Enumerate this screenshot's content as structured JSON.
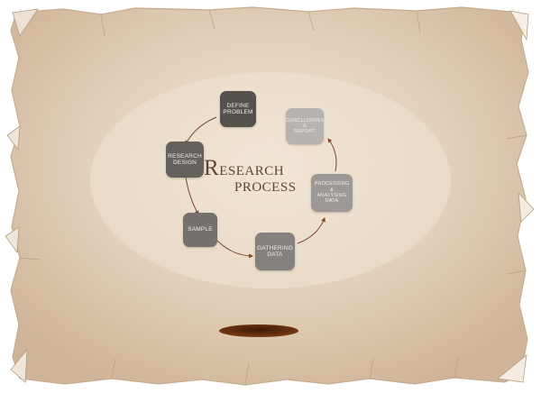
{
  "title": {
    "initial": "R",
    "line1_rest": "ESEARCH",
    "line2": "PROCESS"
  },
  "steps": [
    {
      "label": "DEFINE\nPROBLEM",
      "color": "#55514d"
    },
    {
      "label": "CONCLUSIONS\n&\nREPORT",
      "color": "#b6b3b0"
    },
    {
      "label": "PROCESSING\n&\nANALYSING DATA",
      "color": "#9d9996"
    },
    {
      "label": "GATHERING\nDATA",
      "color": "#85817e"
    },
    {
      "label": "SAMPLE",
      "color": "#75716d"
    },
    {
      "label": "RESEARCH\nDESIGN",
      "color": "#65615d"
    }
  ],
  "colors": {
    "paper": "#d9c3ab",
    "paper_center": "#efe1d0",
    "arrow": "#7a4a2c",
    "title": "#5a4636",
    "hole": "#5c2c0e"
  }
}
